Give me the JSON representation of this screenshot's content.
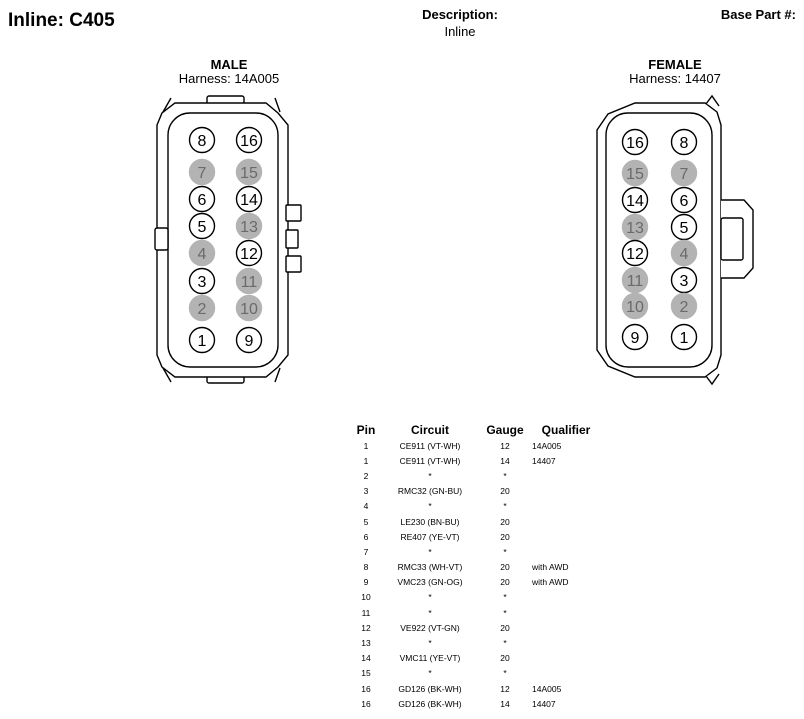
{
  "header": {
    "title": "Inline: C405",
    "description_label": "Description:",
    "description_value": "Inline",
    "base_part_label": "Base Part #:"
  },
  "colors": {
    "line": "#000000",
    "pin_shaded": "#b3b3b3",
    "pin_open": "#ffffff"
  },
  "male": {
    "gender": "MALE",
    "harness": "Harness: 14A005",
    "pins": [
      {
        "n": "8",
        "row": 0,
        "col": 0,
        "shaded": false
      },
      {
        "n": "16",
        "row": 0,
        "col": 1,
        "shaded": false
      },
      {
        "n": "7",
        "row": 1,
        "col": 0,
        "shaded": true
      },
      {
        "n": "15",
        "row": 1,
        "col": 1,
        "shaded": true
      },
      {
        "n": "6",
        "row": 2,
        "col": 0,
        "shaded": false
      },
      {
        "n": "14",
        "row": 2,
        "col": 1,
        "shaded": false
      },
      {
        "n": "5",
        "row": 3,
        "col": 0,
        "shaded": false
      },
      {
        "n": "13",
        "row": 3,
        "col": 1,
        "shaded": true
      },
      {
        "n": "4",
        "row": 4,
        "col": 0,
        "shaded": true
      },
      {
        "n": "12",
        "row": 4,
        "col": 1,
        "shaded": false
      },
      {
        "n": "3",
        "row": 5,
        "col": 0,
        "shaded": false
      },
      {
        "n": "11",
        "row": 5,
        "col": 1,
        "shaded": true
      },
      {
        "n": "2",
        "row": 6,
        "col": 0,
        "shaded": true
      },
      {
        "n": "10",
        "row": 6,
        "col": 1,
        "shaded": true
      },
      {
        "n": "1",
        "row": 7,
        "col": 0,
        "shaded": false
      },
      {
        "n": "9",
        "row": 7,
        "col": 1,
        "shaded": false
      }
    ]
  },
  "female": {
    "gender": "FEMALE",
    "harness": "Harness: 14407",
    "pins": [
      {
        "n": "16",
        "row": 0,
        "col": 0,
        "shaded": false
      },
      {
        "n": "8",
        "row": 0,
        "col": 1,
        "shaded": false
      },
      {
        "n": "15",
        "row": 1,
        "col": 0,
        "shaded": true
      },
      {
        "n": "7",
        "row": 1,
        "col": 1,
        "shaded": true
      },
      {
        "n": "14",
        "row": 2,
        "col": 0,
        "shaded": false
      },
      {
        "n": "6",
        "row": 2,
        "col": 1,
        "shaded": false
      },
      {
        "n": "13",
        "row": 3,
        "col": 0,
        "shaded": true
      },
      {
        "n": "5",
        "row": 3,
        "col": 1,
        "shaded": false
      },
      {
        "n": "12",
        "row": 4,
        "col": 0,
        "shaded": false
      },
      {
        "n": "4",
        "row": 4,
        "col": 1,
        "shaded": true
      },
      {
        "n": "11",
        "row": 5,
        "col": 0,
        "shaded": true
      },
      {
        "n": "3",
        "row": 5,
        "col": 1,
        "shaded": false
      },
      {
        "n": "10",
        "row": 6,
        "col": 0,
        "shaded": true
      },
      {
        "n": "2",
        "row": 6,
        "col": 1,
        "shaded": true
      },
      {
        "n": "9",
        "row": 7,
        "col": 0,
        "shaded": false
      },
      {
        "n": "1",
        "row": 7,
        "col": 1,
        "shaded": false
      }
    ]
  },
  "pin_table": {
    "headers": [
      "Pin",
      "Circuit",
      "Gauge",
      "Qualifier"
    ],
    "rows": [
      [
        "1",
        "CE911 (VT-WH)",
        "12",
        "14A005"
      ],
      [
        "1",
        "CE911 (VT-WH)",
        "14",
        "14407"
      ],
      [
        "2",
        "*",
        "*",
        ""
      ],
      [
        "3",
        "RMC32 (GN-BU)",
        "20",
        ""
      ],
      [
        "4",
        "*",
        "*",
        ""
      ],
      [
        "5",
        "LE230 (BN-BU)",
        "20",
        ""
      ],
      [
        "6",
        "RE407 (YE-VT)",
        "20",
        ""
      ],
      [
        "7",
        "*",
        "*",
        ""
      ],
      [
        "8",
        "RMC33 (WH-VT)",
        "20",
        "with AWD"
      ],
      [
        "9",
        "VMC23 (GN-OG)",
        "20",
        "with AWD"
      ],
      [
        "10",
        "*",
        "*",
        ""
      ],
      [
        "11",
        "*",
        "*",
        ""
      ],
      [
        "12",
        "VE922 (VT-GN)",
        "20",
        ""
      ],
      [
        "13",
        "*",
        "*",
        ""
      ],
      [
        "14",
        "VMC11 (YE-VT)",
        "20",
        ""
      ],
      [
        "15",
        "*",
        "*",
        ""
      ],
      [
        "16",
        "GD126 (BK-WH)",
        "12",
        "14A005"
      ],
      [
        "16",
        "GD126 (BK-WH)",
        "14",
        "14407"
      ]
    ]
  }
}
